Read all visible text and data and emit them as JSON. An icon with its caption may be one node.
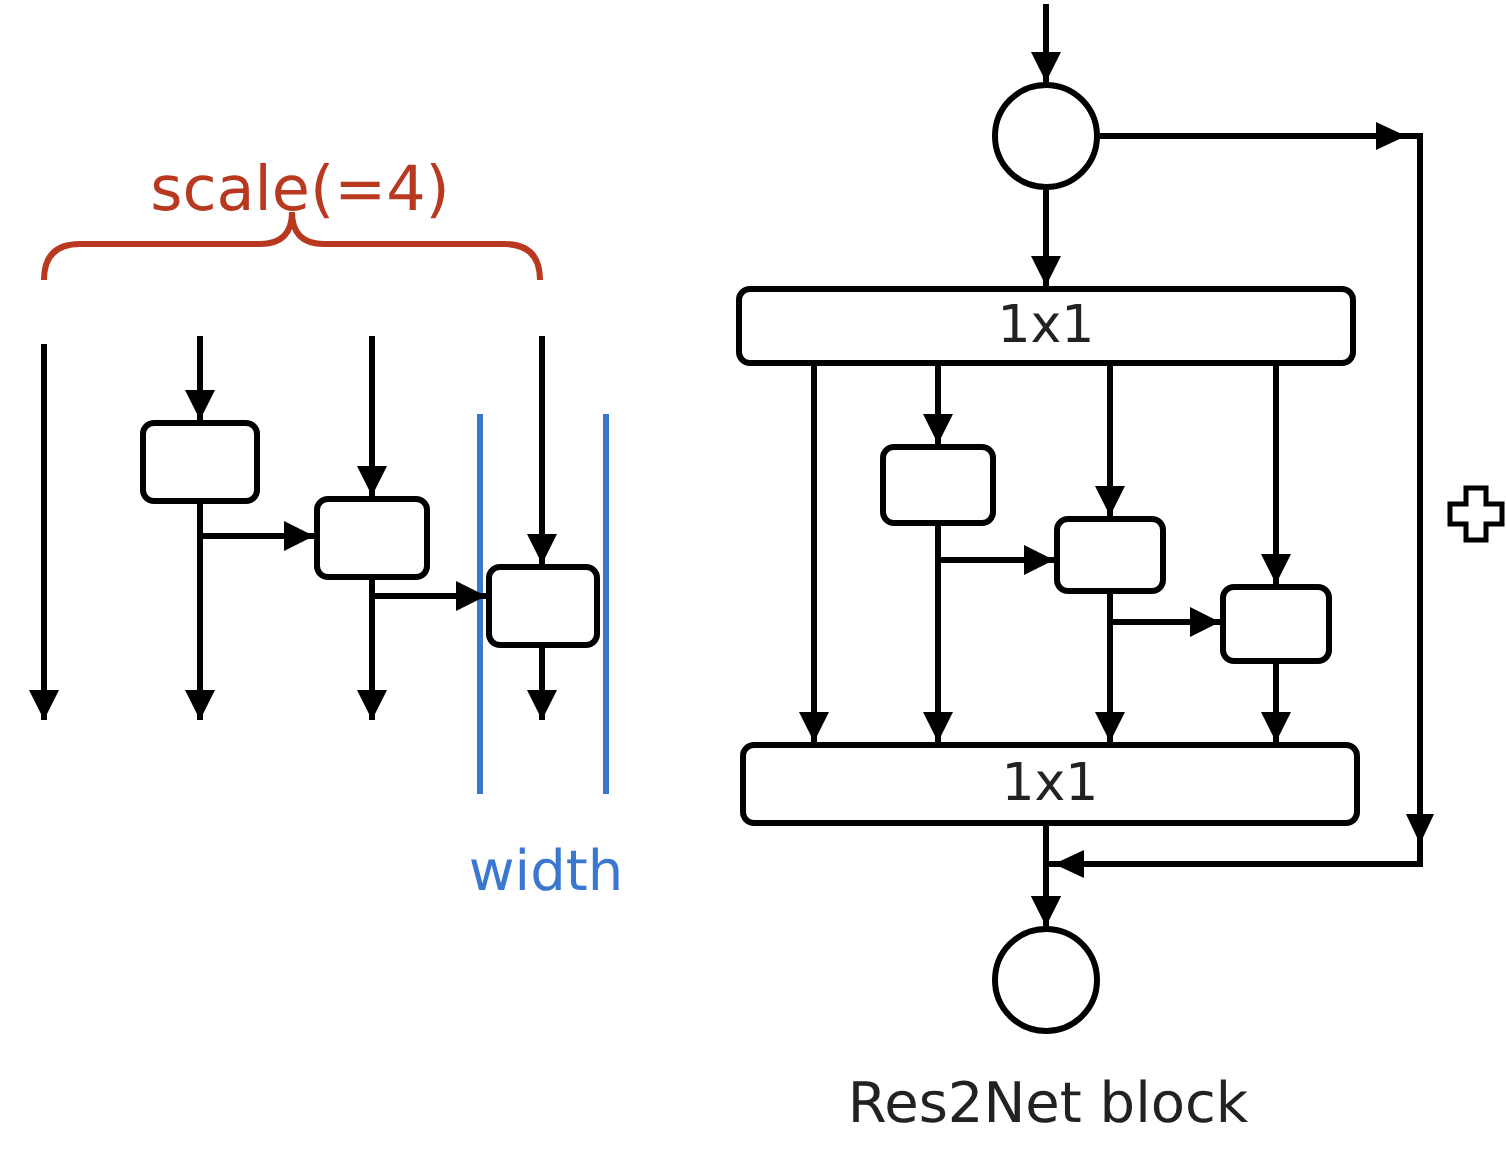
{
  "diagram": {
    "caption": "Res2Net block",
    "nodes": [
      {
        "text": [],
        "shape": "box"
      },
      {
        "text": [],
        "shape": "box"
      },
      {
        "text": [],
        "shape": "box"
      },
      {
        "text": [],
        "shape": "circle"
      },
      {
        "text": [
          "1x1"
        ]
      },
      {
        "text": [],
        "shape": "box"
      },
      {
        "text": [],
        "shape": "box"
      },
      {
        "text": [],
        "shape": "box"
      },
      {
        "text": [
          "1x1"
        ]
      },
      {
        "text": [],
        "shape": "circle"
      }
    ],
    "edges": [
      {
        "from": null,
        "to": 0,
        "arrow": "to"
      },
      {
        "from": 0,
        "to": null,
        "arrow": "to"
      },
      {
        "from": 0,
        "to": 1,
        "arrow": "to"
      },
      {
        "from": null,
        "to": 1,
        "arrow": "to"
      },
      {
        "from": 1,
        "to": null,
        "arrow": "to"
      },
      {
        "from": 1,
        "to": 2,
        "arrow": "to"
      },
      {
        "from": null,
        "to": 2,
        "arrow": "to"
      },
      {
        "from": 2,
        "to": null,
        "arrow": "to"
      },
      {
        "from": null,
        "to": 3,
        "arrow": "to"
      },
      {
        "from": 3,
        "to": 4,
        "arrow": "to"
      },
      {
        "from": 4,
        "to": 8,
        "arrow": "to"
      },
      {
        "from": 4,
        "to": 5,
        "arrow": "to"
      },
      {
        "from": 4,
        "to": 6,
        "arrow": "to"
      },
      {
        "from": 4,
        "to": 7,
        "arrow": "to"
      },
      {
        "from": 5,
        "to": 8,
        "arrow": "to"
      },
      {
        "from": 5,
        "to": 6,
        "arrow": "to"
      },
      {
        "from": 6,
        "to": 8,
        "arrow": "to"
      },
      {
        "from": 6,
        "to": 7,
        "arrow": "to"
      },
      {
        "from": 7,
        "to": 8,
        "arrow": "to"
      },
      {
        "from": 8,
        "to": 9,
        "arrow": "to"
      },
      {
        "from": 3,
        "to": 9,
        "arrow": "to"
      }
    ],
    "labels": [
      "scale(=4)",
      "width"
    ]
  }
}
